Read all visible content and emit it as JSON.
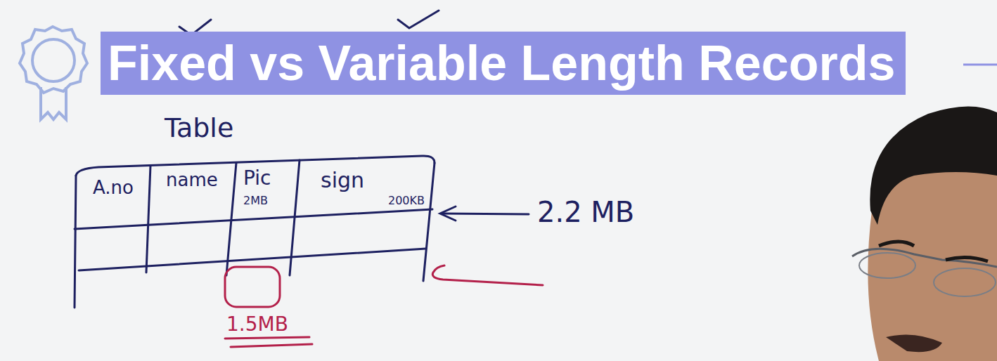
{
  "diagram": {
    "title": "Fixed vs Variable Length Records",
    "labels": [
      "Table",
      "A.no",
      "name",
      "Pic",
      "2MB",
      "sign",
      "200KB",
      "2.2 MB",
      "1.5MB"
    ]
  }
}
